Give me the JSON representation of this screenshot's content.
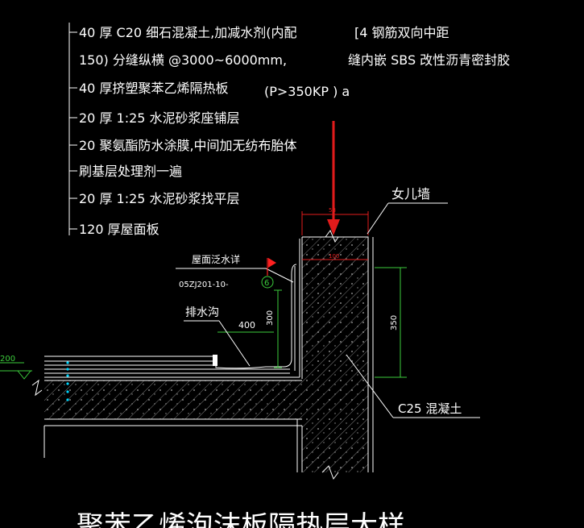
{
  "notes": [
    {
      "text": "40 厚 C20  细石混凝土,加减水剂(内配"
    },
    {
      "text": "150) 分缝纵横   @3000~6000mm,"
    },
    {
      "text": "40 厚挤塑聚苯乙烯隔热板"
    },
    {
      "text": "20 厚 1:25    水泥砂浆座铺层"
    },
    {
      "text": "20 聚氨酯防水涂膜,中间加无纺布胎体"
    },
    {
      "text": "刷基层处理剂一遍"
    },
    {
      "text": "20 厚 1:25   水泥砂浆找平层"
    },
    {
      "text": "120    厚屋面板"
    }
  ],
  "notes_right": {
    "line1": "[4    钢筋双向中距",
    "line2": "缝内嵌   SBS   改性沥青密封胶",
    "pressure": "(P>350KP ) a"
  },
  "labels": {
    "parapet": "女儿墙",
    "flashing_ref": "屋面泛水详",
    "atlas_code": "05ZJ201-10-",
    "detail_no": "6",
    "drain": "排水沟",
    "drain_width": "400",
    "drain_height": "300",
    "wall_height": "350",
    "wall_width": "58",
    "wall_inner": "100",
    "concrete": "C25    混凝土",
    "left_dim": "200",
    "title": "聚苯乙烯泡沫板隔热层大样"
  },
  "colors": {
    "bg": "#000000",
    "line": "#ffffff",
    "dim": "#3ccd3c",
    "arrow": "#e21b1b",
    "flag": "#ff2020",
    "hatch": "#8a8a8a",
    "cyan": "#00d8ff"
  }
}
